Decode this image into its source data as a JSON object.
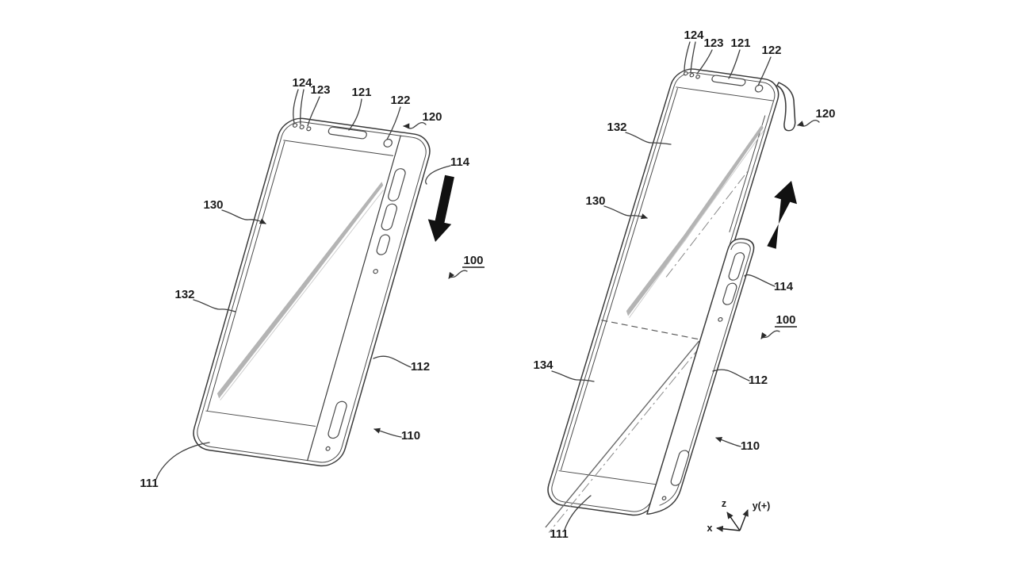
{
  "colors": {
    "background": "#ffffff",
    "line": "#3a3a3a",
    "label": "#1c1c1c",
    "reflection": "#b4b4b4",
    "arrow": "#111111"
  },
  "figure_left": {
    "state": "compact",
    "labels": {
      "l124": "124",
      "l123": "123",
      "l121": "121",
      "l122": "122",
      "l120": "120",
      "l114": "114",
      "l130": "130",
      "l132": "132",
      "l100": "100",
      "l112": "112",
      "l110": "110",
      "l111": "111"
    }
  },
  "figure_right": {
    "state": "expanded",
    "labels": {
      "l124": "124",
      "l123": "123",
      "l121": "121",
      "l122": "122",
      "l120": "120",
      "l132": "132",
      "l130": "130",
      "l114": "114",
      "l100": "100",
      "l134": "134",
      "l112": "112",
      "l110": "110",
      "l111": "111"
    }
  },
  "axes": {
    "z": "z",
    "y": "y(+)",
    "x": "x"
  }
}
